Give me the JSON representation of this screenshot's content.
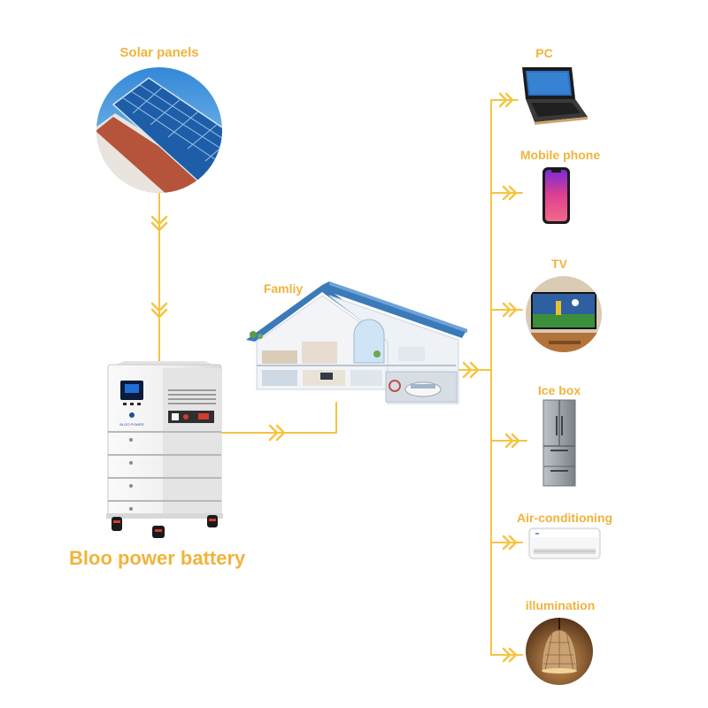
{
  "labels": {
    "solar": "Solar panels",
    "family": "Famliy",
    "battery": "Bloo power battery",
    "pc": "PC",
    "phone": "Mobile phone",
    "tv": "TV",
    "icebox": "Ice box",
    "ac": "Air-conditioning",
    "illumination": "illumination"
  },
  "battery_brand": "BLOO POWER",
  "colors": {
    "line": "#f5c441",
    "label": "#f0b43c",
    "sky": "#5aa8e6",
    "panel": "#1d5fae",
    "battery_body": "#f1f1f1",
    "screen": "#0c1a3c"
  },
  "icons": [
    "solar-panel-photo",
    "house-cutaway",
    "battery-cabinet",
    "laptop-icon",
    "smartphone-icon",
    "tv-icon",
    "fridge-icon",
    "air-conditioner-icon",
    "pendant-lamp-icon"
  ]
}
